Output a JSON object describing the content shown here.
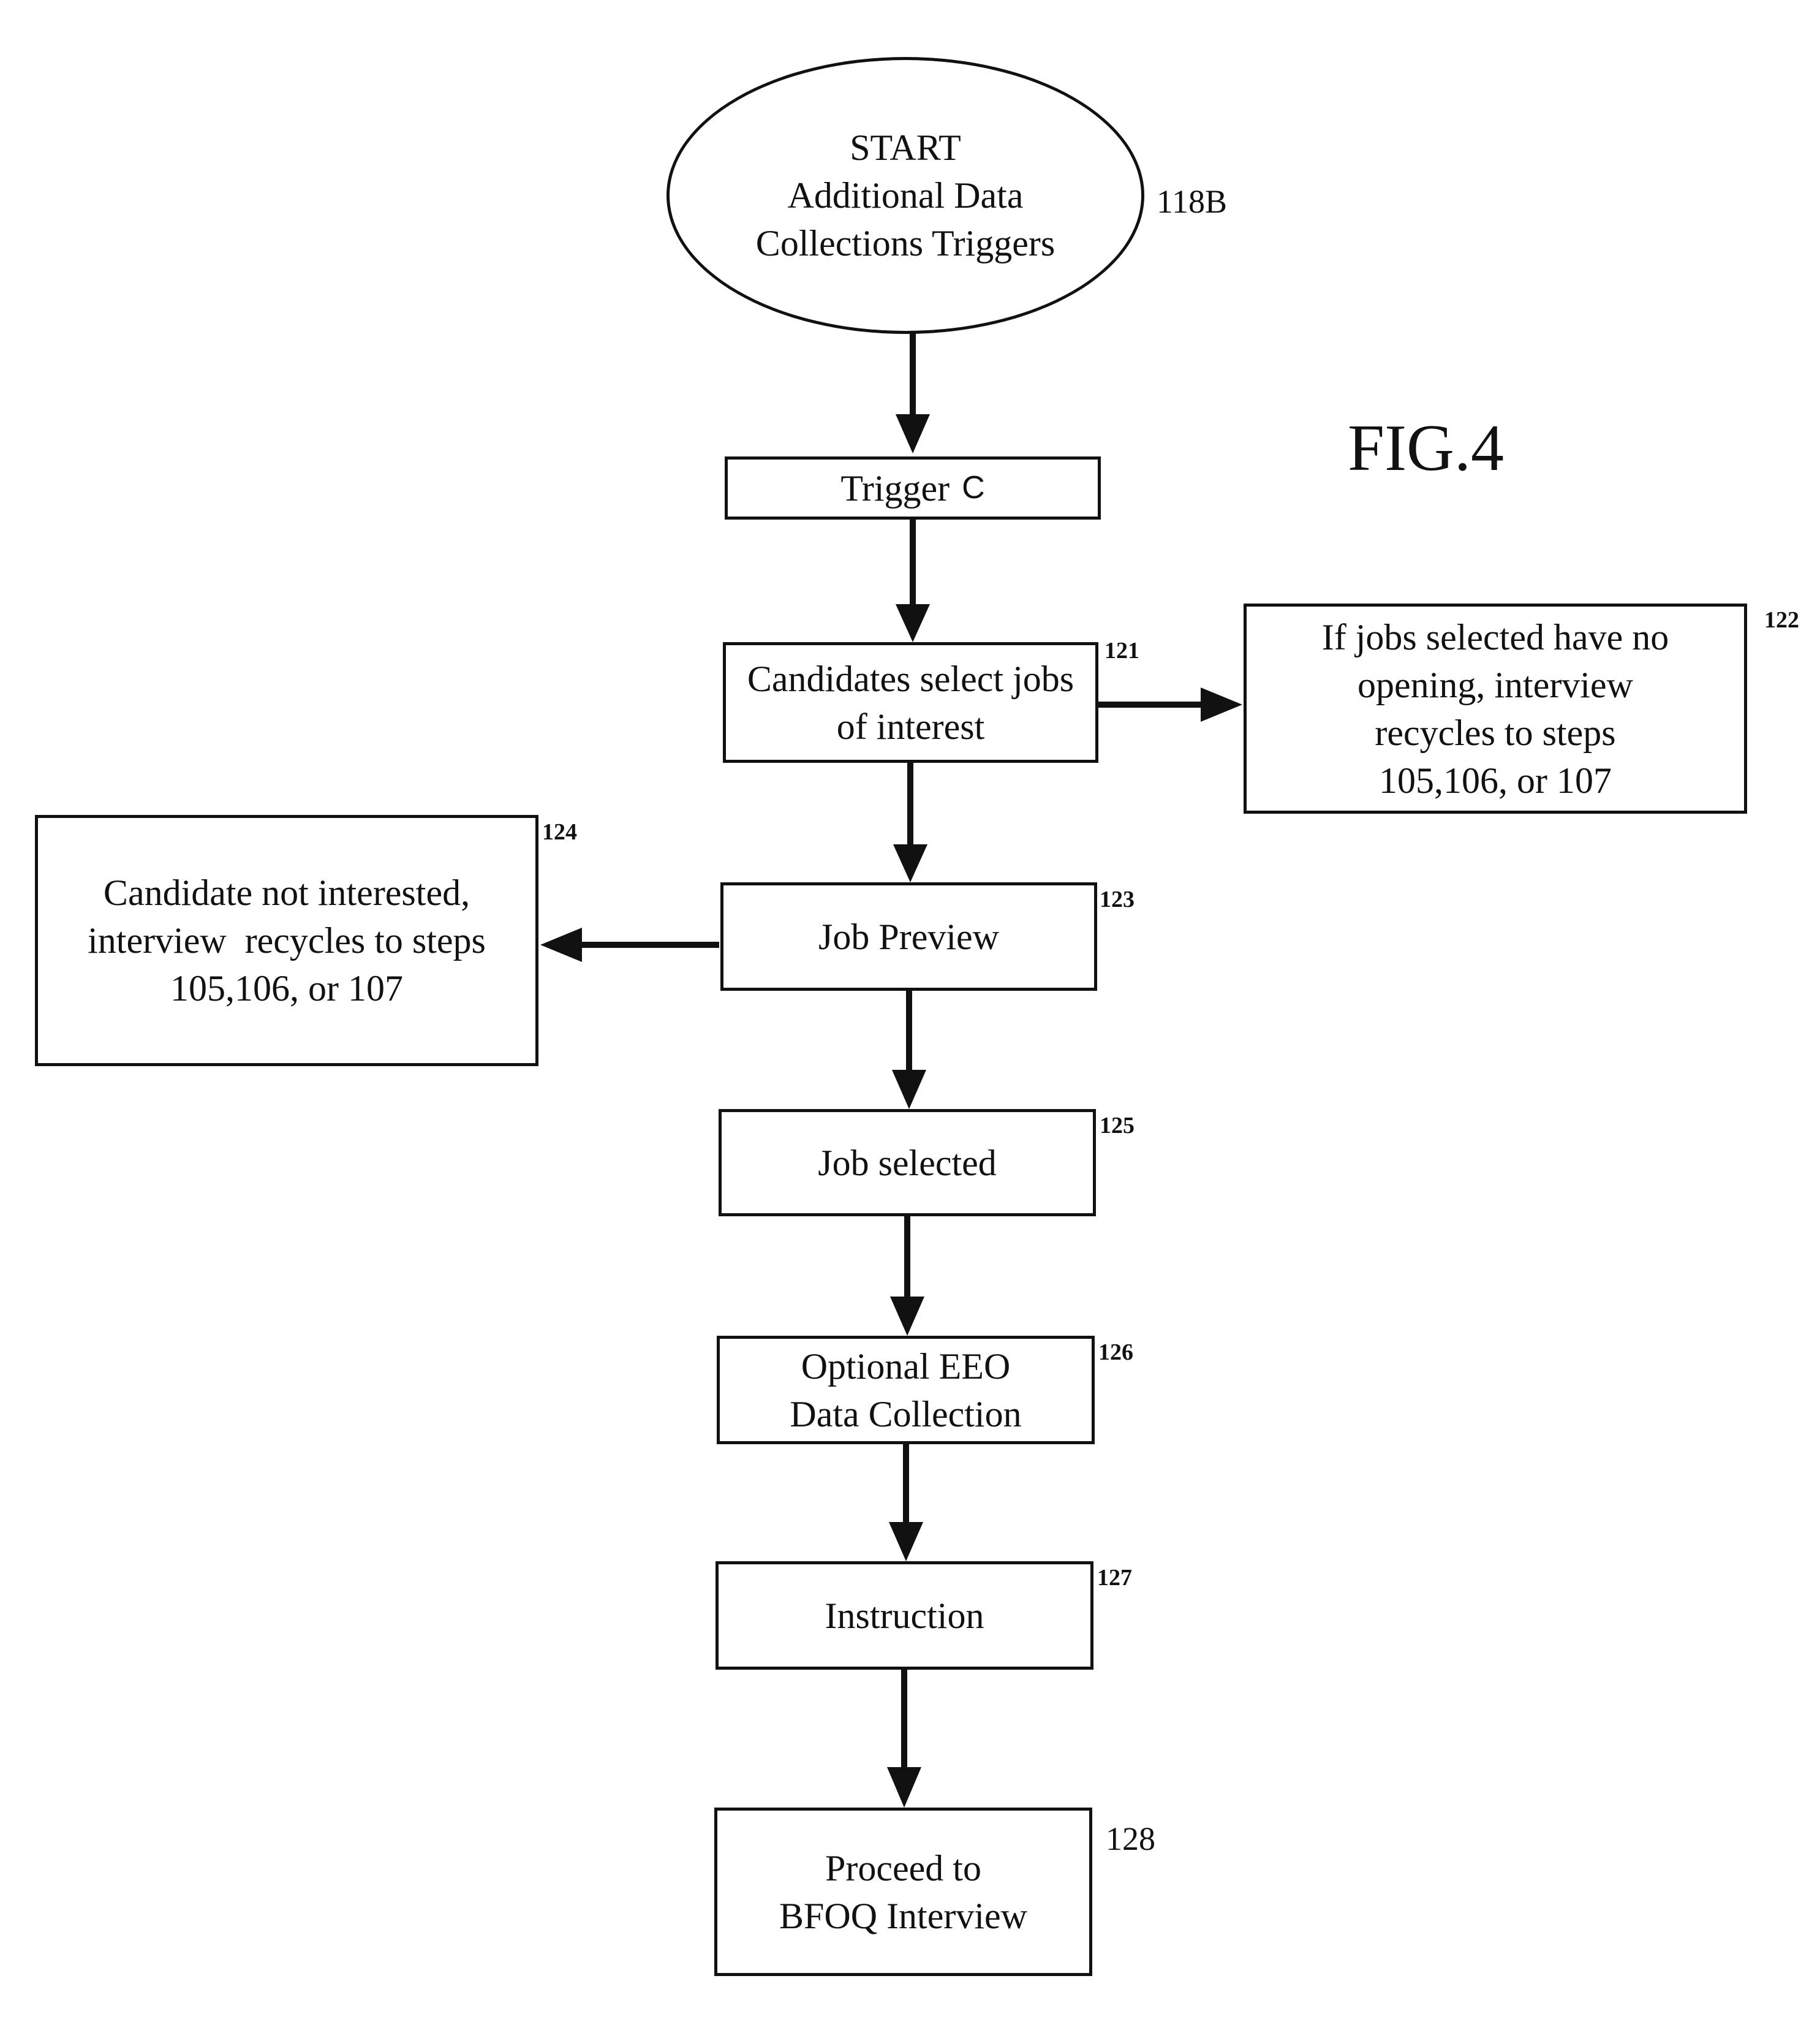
{
  "figure_label": "FIG.4",
  "start": {
    "lines": [
      "START",
      "Additional Data",
      "Collections Triggers"
    ],
    "ref": "118B"
  },
  "trigger": {
    "label": "Trigger",
    "letter": "C"
  },
  "step_121": {
    "lines": [
      "Candidates select jobs",
      "of interest"
    ],
    "ref": "121"
  },
  "step_122": {
    "lines": [
      "If jobs selected have no",
      "opening, interview",
      "recycles to steps",
      "105,106, or 107"
    ],
    "ref": "122"
  },
  "step_123": {
    "lines": [
      "Job Preview"
    ],
    "ref": "123"
  },
  "step_124": {
    "lines": [
      "Candidate not interested,",
      "interview  recycles to steps",
      "105,106, or 107"
    ],
    "ref": "124"
  },
  "step_125": {
    "lines": [
      "Job selected"
    ],
    "ref": "125"
  },
  "step_126": {
    "lines": [
      "Optional EEO",
      "Data Collection"
    ],
    "ref": "126"
  },
  "step_127": {
    "lines": [
      "Instruction"
    ],
    "ref": "127"
  },
  "step_128": {
    "lines": [
      "Proceed to",
      "BFOQ Interview"
    ],
    "ref": "128"
  }
}
